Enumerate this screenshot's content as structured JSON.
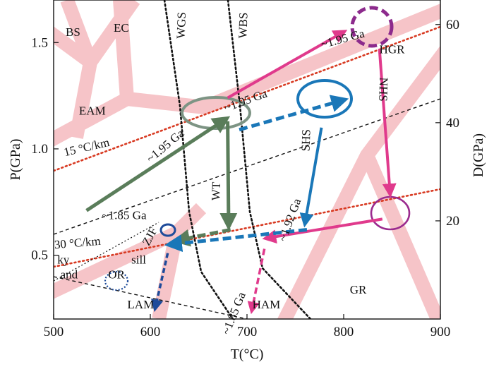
{
  "chart_data": {
    "type": "line",
    "xlabel": "T(°C)",
    "ylabel": "P(GPa)",
    "y2label": "D(GPa)",
    "xlim": [
      500,
      900
    ],
    "ylim": [
      0.2,
      1.7
    ],
    "y2lim": [
      0,
      65
    ],
    "x_ticks": [
      "500",
      "600",
      "700",
      "800",
      "900"
    ],
    "y_ticks": [
      "0.5",
      "1.0",
      "1.5"
    ],
    "y2_ticks": [
      "20",
      "40",
      "60"
    ],
    "colors": {
      "facies_band": "#f6c4c8",
      "gradient": "#d83a22",
      "wgs_wbs": "#111111",
      "green": "#5a7d5a",
      "blue": "#1a77b8",
      "navy": "#1e4b9a",
      "magenta": "#e03a8c",
      "purple": "#8c2a8c",
      "green_ellipse": "#7d9484"
    },
    "facies_labels": [
      {
        "text": "BS",
        "x": 520,
        "y": 1.53
      },
      {
        "text": "EC",
        "x": 570,
        "y": 1.55
      },
      {
        "text": "EAM",
        "x": 540,
        "y": 1.16
      },
      {
        "text": "HGR",
        "x": 850,
        "y": 1.45
      },
      {
        "text": "GR",
        "x": 815,
        "y": 0.32
      },
      {
        "text": "LAM",
        "x": 590,
        "y": 0.25
      },
      {
        "text": "HAM",
        "x": 720,
        "y": 0.25
      }
    ],
    "curve_labels": [
      {
        "text": "WGS",
        "x": 636,
        "y": 1.58,
        "rotate": -88
      },
      {
        "text": "WBS",
        "x": 700,
        "y": 1.58,
        "rotate": -88
      },
      {
        "text": "WT",
        "x": 672,
        "y": 0.8,
        "rotate": -88
      },
      {
        "text": "NHS",
        "x": 837,
        "y": 1.28,
        "rotate": 92
      },
      {
        "text": "SHS",
        "x": 765,
        "y": 1.04,
        "rotate": -88
      },
      {
        "text": "ZJF",
        "x": 603,
        "y": 0.58,
        "rotate": -62
      }
    ],
    "gradient_labels": [
      {
        "text": "15 °C/km",
        "x": 535,
        "y": 0.99,
        "rotate": -13
      },
      {
        "text": "30 °C/km",
        "x": 525,
        "y": 0.54,
        "rotate": -5
      }
    ],
    "reaction_labels": [
      {
        "text": "ky",
        "x": 510,
        "y": 0.46
      },
      {
        "text": "and",
        "x": 516,
        "y": 0.39
      },
      {
        "text": "sill",
        "x": 588,
        "y": 0.46
      },
      {
        "text": "OR",
        "x": 565,
        "y": 0.39
      }
    ],
    "age_labels": [
      {
        "text": "~1.95 Ga",
        "x": 800,
        "y": 1.5,
        "rotate": -15
      },
      {
        "text": "~1.95 Ga",
        "x": 700,
        "y": 1.21,
        "rotate": -20
      },
      {
        "text": "~1.95 Ga",
        "x": 618,
        "y": 1.0,
        "rotate": -40
      },
      {
        "text": "~1.92 Ga",
        "x": 748,
        "y": 0.66,
        "rotate": -70
      },
      {
        "text": "~1.85 Ga",
        "x": 573,
        "y": 0.67,
        "rotate": 0
      },
      {
        "text": "~1.85 Ga",
        "x": 690,
        "y": 0.22,
        "rotate": -68
      }
    ],
    "series": [
      {
        "points": [
          [
            534,
            0.71
          ],
          [
            678,
            1.14
          ]
        ]
      },
      {
        "points": [
          [
            680,
            1.24
          ],
          [
            800,
            1.55
          ]
        ]
      },
      {
        "points": [
          [
            680,
            1.13
          ],
          [
            681,
            0.64
          ]
        ]
      },
      {
        "points": [
          [
            683,
            0.62
          ],
          [
            628,
            0.57
          ]
        ]
      },
      {
        "points": [
          [
            837,
            1.47
          ],
          [
            848,
            0.79
          ]
        ]
      },
      {
        "points": [
          [
            840,
            0.67
          ],
          [
            720,
            0.58
          ]
        ]
      },
      {
        "points": [
          [
            718,
            0.53
          ],
          [
            705,
            0.24
          ]
        ]
      },
      {
        "points": [
          [
            692,
            1.09
          ],
          [
            800,
            1.23
          ]
        ]
      },
      {
        "points": [
          [
            777,
            1.1
          ],
          [
            760,
            0.65
          ]
        ]
      },
      {
        "points": [
          [
            762,
            0.62
          ],
          [
            620,
            0.55
          ]
        ]
      },
      {
        "points": [
          [
            618,
            0.51
          ],
          [
            605,
            0.25
          ]
        ]
      }
    ]
  }
}
